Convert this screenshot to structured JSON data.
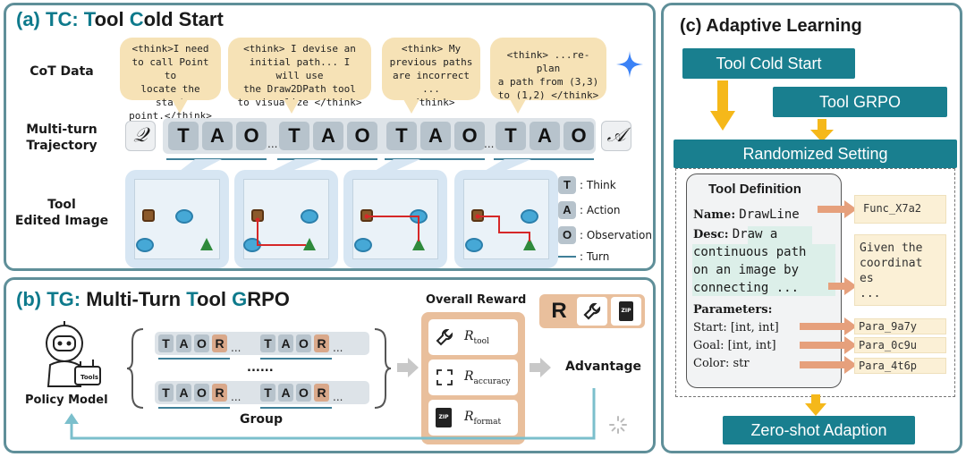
{
  "panel_a": {
    "title_parts": [
      "(a) TC: ",
      "T",
      "ool ",
      "C",
      "old Start"
    ],
    "row_cot": "CoT Data",
    "row_traj_1": "Multi-turn",
    "row_traj_2": "Trajectory",
    "row_img_1": "Tool",
    "row_img_2": "Edited Image",
    "bubbles": [
      [
        "<think>I need",
        "to call Point to",
        "locate the start",
        "point.</think>"
      ],
      [
        "<think> I devise an",
        "initial path... I will use",
        "the Draw2DPath tool",
        "to visualize </think>"
      ],
      [
        "<think> My",
        "previous paths",
        "are incorrect ...",
        "</think>"
      ],
      [
        "<think> ...re-plan",
        "a path from (3,3)",
        "to (1,2) </think>"
      ]
    ],
    "q_symbol": "𝒬",
    "a_symbol": "𝒜",
    "tokens": [
      "T",
      "A",
      "O"
    ],
    "ellipsis": "...",
    "legend": [
      {
        "tok": "T",
        "text": ": Think"
      },
      {
        "tok": "A",
        "text": ": Action"
      },
      {
        "tok": "O",
        "text": ": Observation"
      },
      {
        "tok": "",
        "text": ": Turn"
      }
    ]
  },
  "panel_b": {
    "title_parts": [
      "(b) TG: ",
      "Multi-Turn ",
      "T",
      "ool ",
      "G",
      "RPO"
    ],
    "policy_model": "Policy Model",
    "group_label": "Group",
    "group_dots": "......",
    "overall_reward": "Overall Reward",
    "reward_icon_letter": "R",
    "zip_text": "ZIP",
    "rewards": [
      {
        "base": "R",
        "sub": "tool"
      },
      {
        "base": "R",
        "sub": "accuracy"
      },
      {
        "base": "R",
        "sub": "format"
      }
    ],
    "advantage": "Advantage",
    "group_tokens": [
      "T",
      "A",
      "O",
      "R"
    ],
    "tools_label": "Tools"
  },
  "panel_c": {
    "title": "(c) Adaptive Learning",
    "cold_start": "Tool Cold Start",
    "grpo": "Tool GRPO",
    "randomized": "Randomized Setting",
    "zero_shot": "Zero-shot Adaption",
    "tool_def_title": "Tool Definition",
    "name_label": "Name:",
    "name_value": "DrawLine",
    "desc_label": "Desc:",
    "desc_lines": [
      "Draw a",
      "continuous path",
      "on an image by",
      "connecting ..."
    ],
    "params_label": "Parameters:",
    "params": [
      "Start: [int, int]",
      "Goal: [int, int]",
      "Color: str"
    ],
    "func_name": "Func_X7a2",
    "desc_random": [
      "Given the",
      "coordinat",
      "es",
      "..."
    ],
    "param_names": [
      "Para_9a7y",
      "Para_0c9u",
      "Para_4t6p"
    ]
  },
  "colors": {
    "teal": "#197f8f",
    "panel_border": "#5f8f99",
    "bubble": "#f6e2b6",
    "reward": "#e9bf9c",
    "orange": "#f5b81a",
    "token": "#b7c3cc"
  }
}
